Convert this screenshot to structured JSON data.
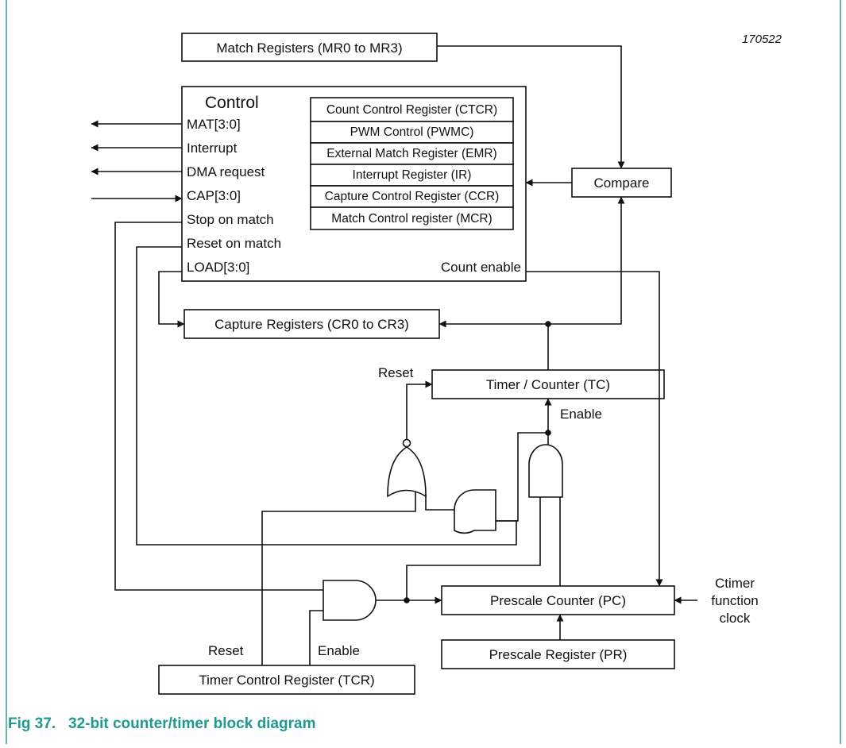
{
  "figure_id": "170522",
  "caption": "Fig 37.   32-bit counter/timer block diagram",
  "colors": {
    "frame": "#2aa39a",
    "caption": "#1f9a8f",
    "line": "#111111"
  },
  "boxes": {
    "match_registers": "Match Registers (MR0 to MR3)",
    "control_title": "Control",
    "compare": "Compare",
    "capture_registers": "Capture Registers (CR0 to CR3)",
    "timer_counter": "Timer / Counter (TC)",
    "prescale_counter": "Prescale Counter (PC)",
    "prescale_register": "Prescale Register (PR)",
    "timer_control_register": "Timer Control Register (TCR)"
  },
  "control_registers": [
    "Count Control Register (CTCR)",
    "PWM Control (PWMC)",
    "External Match Register (EMR)",
    "Interrupt Register (IR)",
    "Capture Control Register (CCR)",
    "Match Control register (MCR)"
  ],
  "control_signals": {
    "mat": "MAT[3:0]",
    "interrupt": "Interrupt",
    "dma": "DMA request",
    "cap": "CAP[3:0]",
    "stop_on_match": "Stop on match",
    "reset_on_match": "Reset on match",
    "load": "LOAD[3:0]",
    "count_enable": "Count enable"
  },
  "signal_labels": {
    "reset_tc": "Reset",
    "enable_tc": "Enable",
    "reset_tcr": "Reset",
    "enable_tcr": "Enable",
    "clock_line1": "Ctimer",
    "clock_line2": "function",
    "clock_line3": "clock"
  }
}
